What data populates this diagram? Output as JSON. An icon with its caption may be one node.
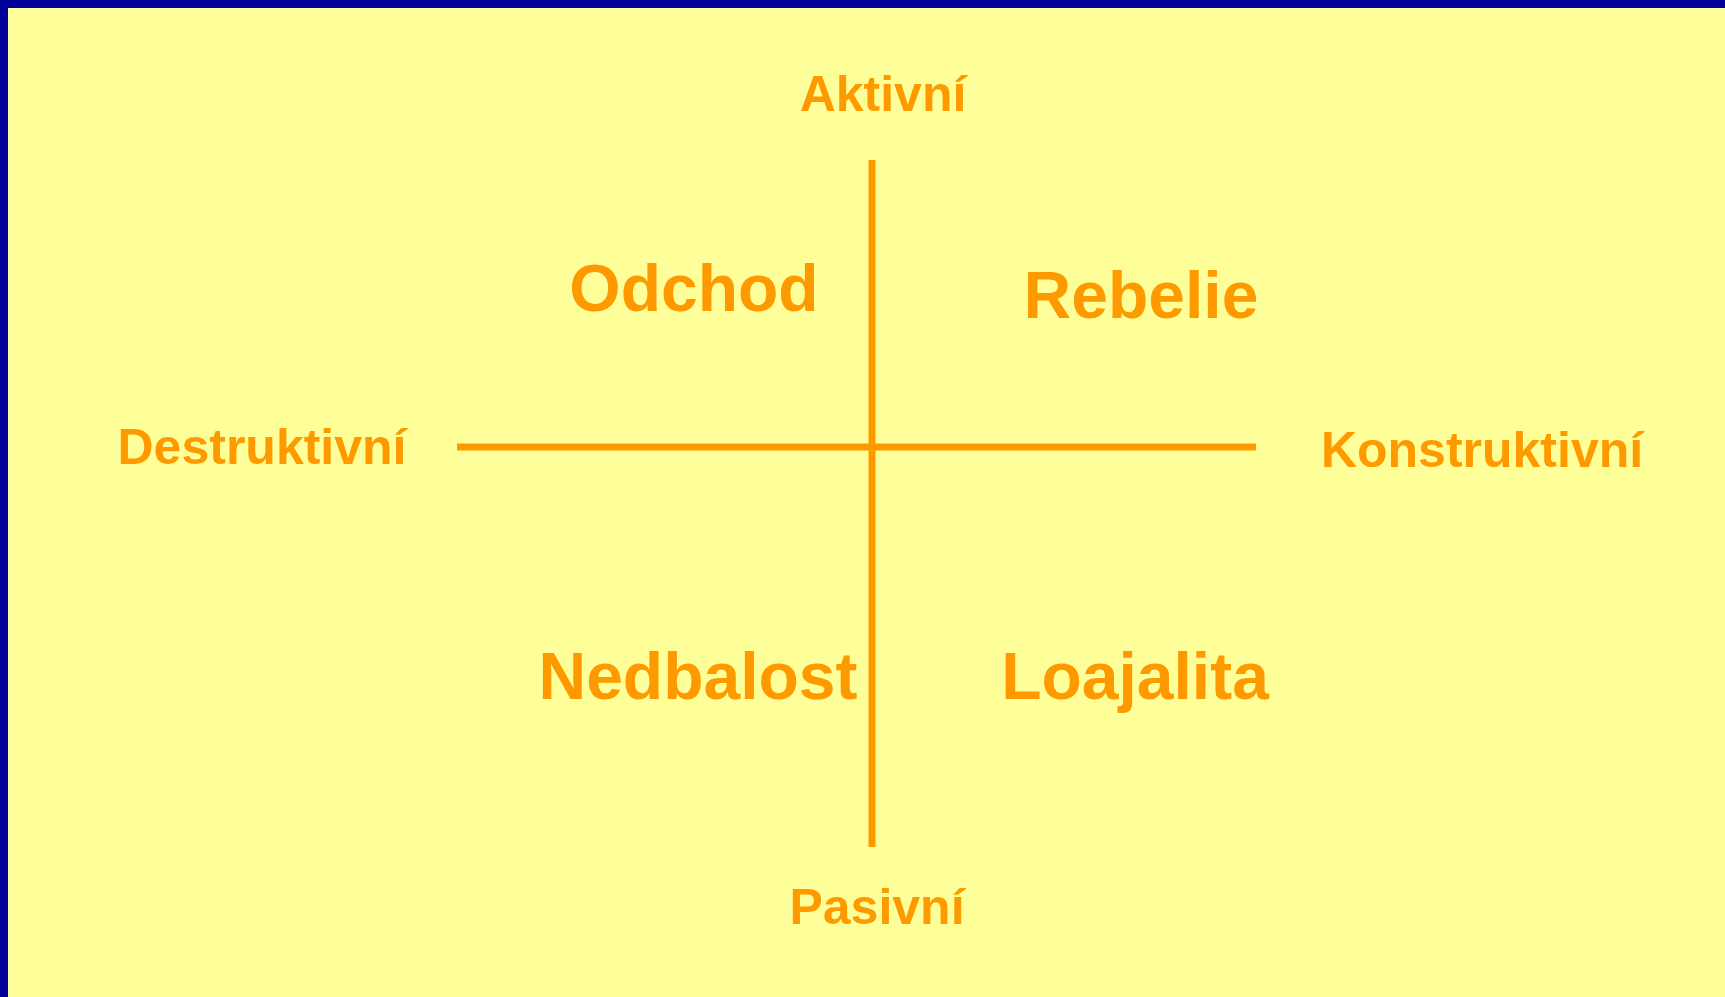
{
  "diagram": {
    "labels": [
      "Aktivní",
      "Odchod",
      "Rebelie",
      "Destruktivní",
      "Konstruktivní",
      "Nedbalost",
      "Loajalita",
      "Pasivní"
    ]
  }
}
